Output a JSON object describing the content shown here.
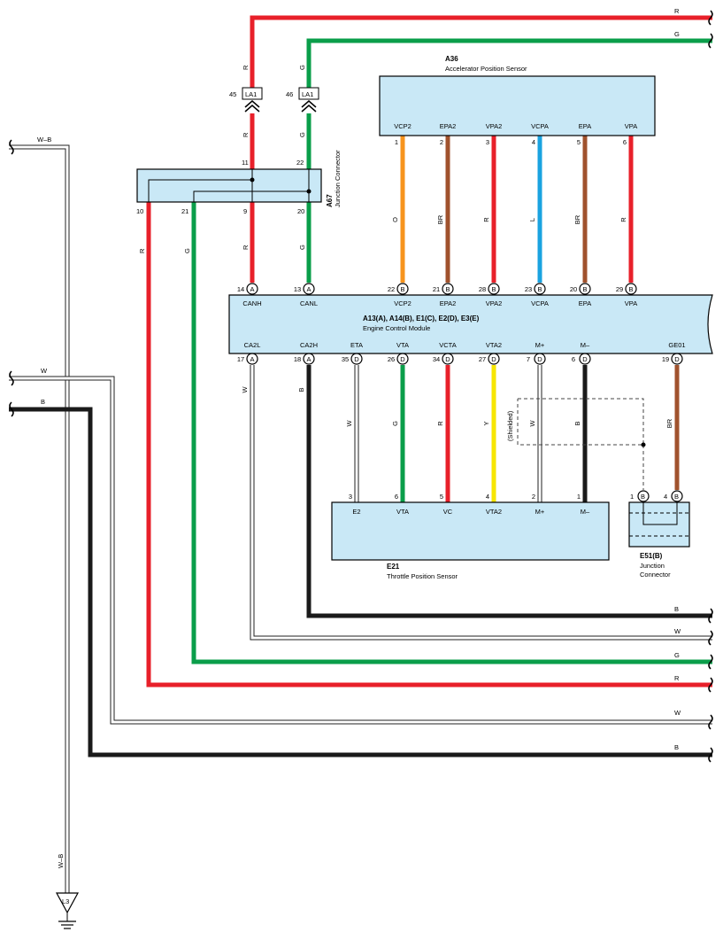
{
  "colors": {
    "R": "#e8202a",
    "G": "#0a9e4a",
    "B": "#1a1a1a",
    "W": "#ffffff",
    "O": "#f7941d",
    "BR": "#a0522d",
    "L": "#1aa3e0",
    "Y": "#f7e600",
    "box_fill": "#c9e8f6"
  },
  "top_wires": {
    "r_label": "R",
    "g_label": "G"
  },
  "la1": {
    "left_pin": "45",
    "right_pin": "46",
    "left_name": "LA1",
    "right_name": "LA1",
    "left_wire": "R",
    "right_wire": "G"
  },
  "a36": {
    "code": "A36",
    "name": "Accelerator Position Sensor",
    "pins": [
      {
        "name": "VCP2",
        "num": "1",
        "wire": "O",
        "ecm_pin": "22",
        "ecm_conn": "B",
        "ecm_name": "VCP2"
      },
      {
        "name": "EPA2",
        "num": "2",
        "wire": "BR",
        "ecm_pin": "21",
        "ecm_conn": "B",
        "ecm_name": "EPA2"
      },
      {
        "name": "VPA2",
        "num": "3",
        "wire": "R",
        "ecm_pin": "28",
        "ecm_conn": "B",
        "ecm_name": "VPA2"
      },
      {
        "name": "VCPA",
        "num": "4",
        "wire": "L",
        "ecm_pin": "23",
        "ecm_conn": "B",
        "ecm_name": "VCPA"
      },
      {
        "name": "EPA",
        "num": "5",
        "wire": "BR",
        "ecm_pin": "20",
        "ecm_conn": "B",
        "ecm_name": "EPA"
      },
      {
        "name": "VPA",
        "num": "6",
        "wire": "R",
        "ecm_pin": "29",
        "ecm_conn": "B",
        "ecm_name": "VPA"
      }
    ]
  },
  "a67": {
    "code": "A67",
    "name": "Junction Connector",
    "pins": {
      "p11": "11",
      "p22": "22",
      "p10": "10",
      "p21": "21",
      "p9": "9",
      "p20": "20"
    },
    "wires": {
      "w11": "R",
      "w22": "G",
      "w10": "R",
      "w21": "G",
      "w9": "R",
      "w20": "G"
    }
  },
  "ecm": {
    "title": "A13(A), A14(B), E1(C), E2(D), E3(E)",
    "name": "Engine Control Module",
    "top_pins": [
      {
        "num": "14",
        "conn": "A",
        "name": "CANH"
      },
      {
        "num": "13",
        "conn": "A",
        "name": "CANL"
      }
    ],
    "bottom_pins": [
      {
        "num": "17",
        "conn": "A",
        "name": "CA2L",
        "wire": "W"
      },
      {
        "num": "18",
        "conn": "A",
        "name": "CA2H",
        "wire": "B"
      },
      {
        "num": "35",
        "conn": "D",
        "name": "ETA",
        "wire": "W"
      },
      {
        "num": "26",
        "conn": "D",
        "name": "VTA",
        "wire": "G"
      },
      {
        "num": "34",
        "conn": "D",
        "name": "VCTA",
        "wire": "R"
      },
      {
        "num": "27",
        "conn": "D",
        "name": "VTA2",
        "wire": "Y"
      },
      {
        "num": "7",
        "conn": "D",
        "name": "M+",
        "wire": "W"
      },
      {
        "num": "6",
        "conn": "D",
        "name": "M–",
        "wire": "B"
      },
      {
        "num": "19",
        "conn": "D",
        "name": "GE01",
        "wire": "BR"
      }
    ],
    "shielded": "(Shielded)"
  },
  "e21": {
    "code": "E21",
    "name": "Throttle Position Sensor",
    "pins": [
      {
        "num": "3",
        "name": "E2"
      },
      {
        "num": "6",
        "name": "VTA"
      },
      {
        "num": "5",
        "name": "VC"
      },
      {
        "num": "4",
        "name": "VTA2"
      },
      {
        "num": "2",
        "name": "M+"
      },
      {
        "num": "1",
        "name": "M–"
      }
    ]
  },
  "e51": {
    "code": "E51(B)",
    "name_line1": "Junction",
    "name_line2": "Connector",
    "pin1": "1",
    "pin4": "4",
    "conn": "B"
  },
  "left_wires": {
    "wb_label": "W–B",
    "w_label": "W",
    "b_label": "B",
    "wb_bottom": "W–B"
  },
  "right_wires": [
    "B",
    "W",
    "G",
    "R",
    "W",
    "B"
  ],
  "ground": {
    "code": "L3"
  }
}
